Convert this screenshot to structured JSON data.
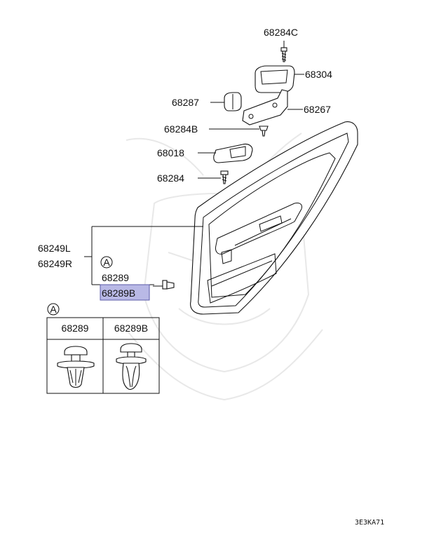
{
  "labels": {
    "p68284C": "68284C",
    "p68304": "68304",
    "p68287": "68287",
    "p68267": "68267",
    "p68284B": "68284B",
    "p68018": "68018",
    "p68284": "68284",
    "p68249L": "68249L",
    "p68249R": "68249R",
    "p68289": "68289",
    "p68289B": "68289B"
  },
  "callout": "A",
  "table": {
    "callout": "A",
    "headers": [
      "68289",
      "68289B"
    ]
  },
  "drawing_code": "3E3KA71",
  "colors": {
    "highlight_fill": "#b9b9e6",
    "highlight_stroke": "#5a5aa8",
    "line": "#111111",
    "watermark": "#e8e8e8"
  }
}
